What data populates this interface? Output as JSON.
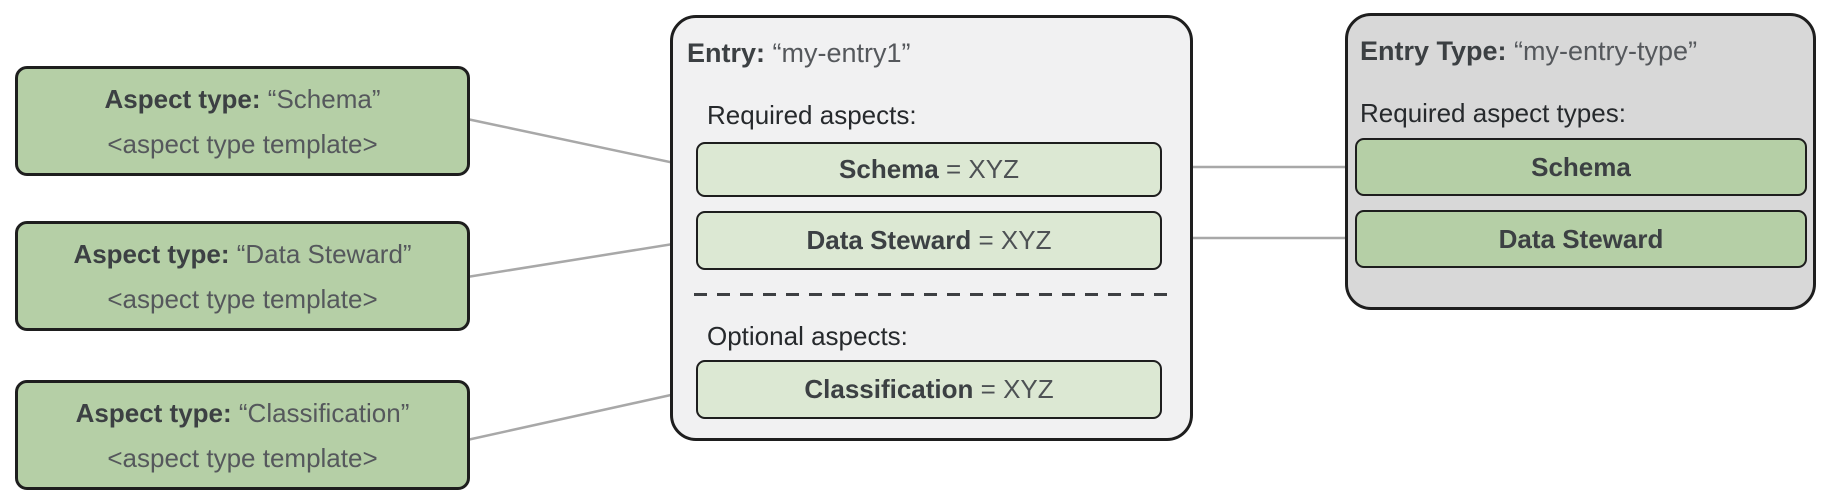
{
  "diagram": {
    "aspect_types": [
      {
        "label": "Aspect type:",
        "name": "“Schema”",
        "template": "<aspect type template>"
      },
      {
        "label": "Aspect type:",
        "name": "“Data Steward”",
        "template": "<aspect type template>"
      },
      {
        "label": "Aspect type:",
        "name": "“Classification”",
        "template": "<aspect type template>"
      }
    ],
    "entry": {
      "label": "Entry:",
      "name": "“my-entry1”",
      "required_heading": "Required aspects:",
      "required_aspects": [
        {
          "name": "Schema",
          "value": "= XYZ"
        },
        {
          "name": "Data Steward",
          "value": "= XYZ"
        }
      ],
      "optional_heading": "Optional aspects:",
      "optional_aspects": [
        {
          "name": "Classification",
          "value": "= XYZ"
        }
      ]
    },
    "entry_type": {
      "label": "Entry Type:",
      "name": "“my-entry-type”",
      "required_heading": "Required aspect types:",
      "required_aspect_types": [
        {
          "name": "Schema"
        },
        {
          "name": "Data Steward"
        }
      ]
    },
    "colors": {
      "aspect_green": "#b5cfa6",
      "aspect_light_green": "#dce8d3",
      "entry_bg": "#f1f1f2",
      "entry_type_bg": "#d8d8d8",
      "border": "#1e1e1e",
      "connector": "#a8a8a8"
    }
  }
}
